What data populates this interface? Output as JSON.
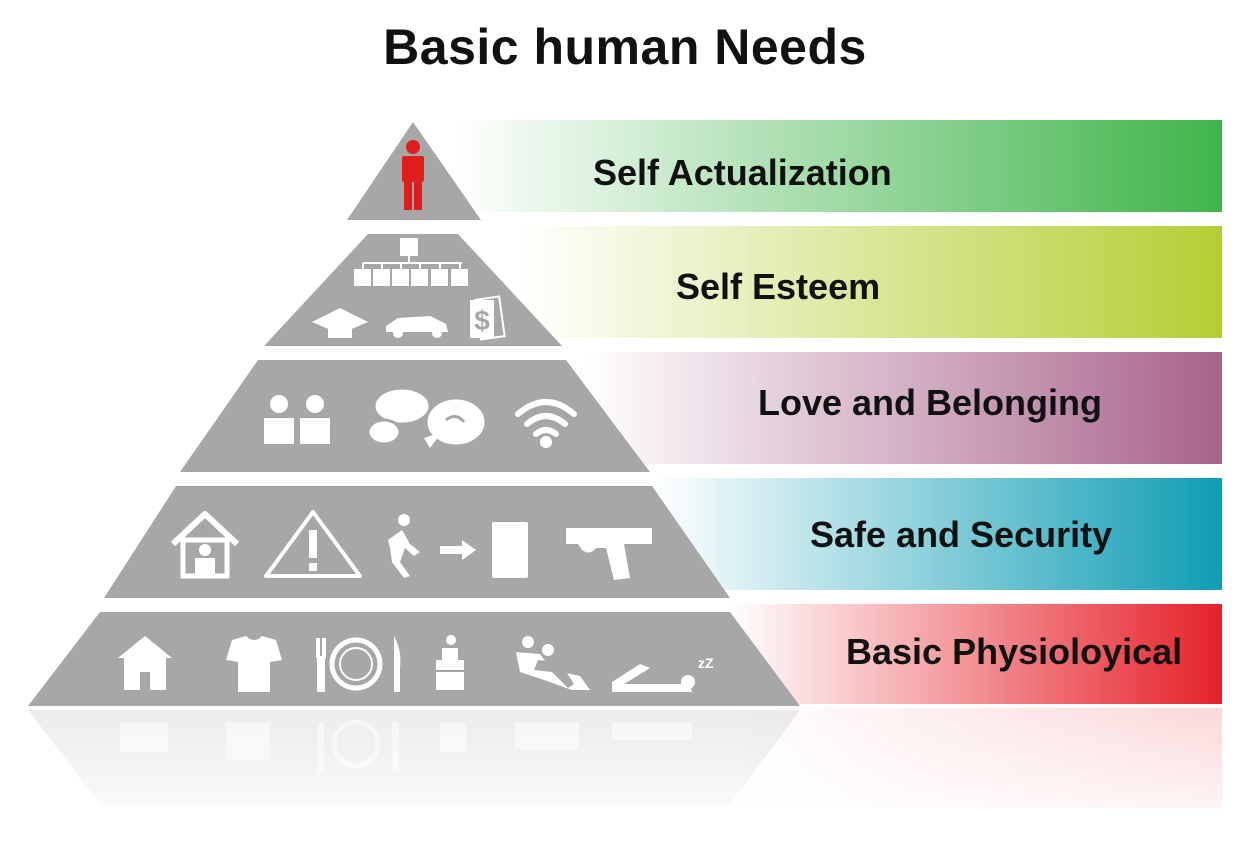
{
  "title": "Basic human Needs",
  "levels": [
    {
      "label": "Self Actualization",
      "color": "#3fb54a"
    },
    {
      "label": "Self Esteem",
      "color": "#b4cf34"
    },
    {
      "label": "Love and Belonging",
      "color": "#a8638b"
    },
    {
      "label": "Safe and Security",
      "color": "#0f9db3"
    },
    {
      "label": "Basic Physioloyical",
      "color": "#e52129"
    }
  ],
  "icons": {
    "self_actualization": [
      "person-icon"
    ],
    "self_esteem": [
      "org-chart-icon",
      "graduation-cap-icon",
      "car-icon",
      "money-icon"
    ],
    "love_belonging": [
      "people-icon",
      "chat-bubbles-icon",
      "wifi-icon"
    ],
    "safety": [
      "security-guard-house-icon",
      "warning-icon",
      "emergency-exit-icon",
      "gun-icon"
    ],
    "physiological": [
      "house-icon",
      "shirt-icon",
      "dining-icon",
      "toilet-icon",
      "intimacy-icon",
      "sleep-icon"
    ]
  },
  "sleep_text": "zZ",
  "money_symbol": "$",
  "colors": {
    "pyramid": "#a7a7a7",
    "pyramid_icon": "#ffffff",
    "person": "#e01e1e"
  }
}
